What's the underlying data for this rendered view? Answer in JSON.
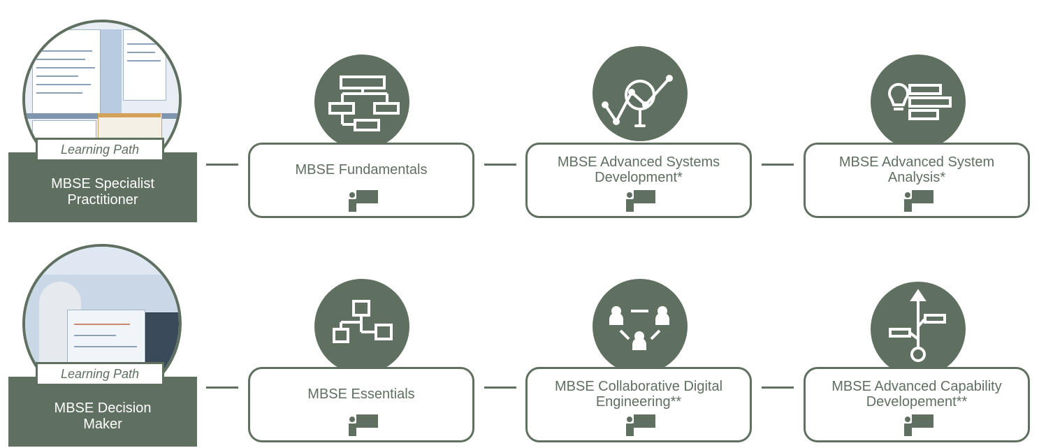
{
  "colors": {
    "accent": "#5f6f60",
    "background": "#ffffff"
  },
  "rows": [
    {
      "tag": "Learning Path",
      "title_line1": "MBSE Specialist",
      "title_line2": "Practitioner",
      "photo": "modeling-tool-screenshot",
      "courses": [
        {
          "line1": "MBSE Fundamentals",
          "line2": "",
          "icon": "flowchart-hierarchy-icon",
          "format_icon": "instructor-led-icon"
        },
        {
          "line1": "MBSE Advanced Systems",
          "line2": "Development*",
          "icon": "line-chart-magnifier-icon",
          "format_icon": "instructor-led-icon"
        },
        {
          "line1": "MBSE Advanced System",
          "line2": "Analysis*",
          "icon": "lightbulb-list-icon",
          "format_icon": "instructor-led-icon"
        }
      ]
    },
    {
      "tag": "Learning Path",
      "title_line1": "MBSE Decision",
      "title_line2": "Maker",
      "photo": "engineer-at-workstation-photo",
      "courses": [
        {
          "line1": "MBSE Essentials",
          "line2": "",
          "icon": "block-diagram-icon",
          "format_icon": "instructor-led-icon"
        },
        {
          "line1": "MBSE Collaborative Digital",
          "line2": "Engineering**",
          "icon": "team-collaboration-icon",
          "format_icon": "instructor-led-icon"
        },
        {
          "line1": "MBSE Advanced Capability",
          "line2": "Developement**",
          "icon": "branching-path-icon",
          "format_icon": "instructor-led-icon"
        }
      ]
    }
  ]
}
